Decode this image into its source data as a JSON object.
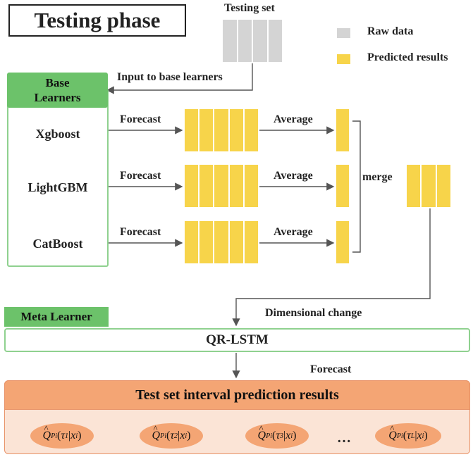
{
  "title": "Testing phase",
  "testing_set_label": "Testing set",
  "legend": [
    {
      "label": "Raw data",
      "color": "#d4d4d4"
    },
    {
      "label": "Predicted results",
      "color": "#f7d44a"
    }
  ],
  "input_label": "Input to base learners",
  "base_learners": {
    "header": "Base Learners",
    "learners": [
      "Xgboost",
      "LightGBM",
      "CatBoost"
    ]
  },
  "forecast_label": "Forecast",
  "average_label": "Average",
  "merge_label": "merge",
  "meta_learner": {
    "header": "Meta Learner",
    "model": "QR-LSTM",
    "dimensional_change": "Dimensional change",
    "forecast_label": "Forecast"
  },
  "results": {
    "header": "Test set interval prediction results",
    "quantiles": [
      {
        "q": "Q",
        "sub": "Pi",
        "tau": "τ",
        "tau_sub": "1",
        "x": "x",
        "x_sub": "i"
      },
      {
        "q": "Q",
        "sub": "Pi",
        "tau": "τ",
        "tau_sub": "2",
        "x": "x",
        "x_sub": "i"
      },
      {
        "q": "Q",
        "sub": "Pi",
        "tau": "τ",
        "tau_sub": "3",
        "x": "x",
        "x_sub": "i"
      },
      {
        "q": "Q",
        "sub": "Pi",
        "tau": "τ",
        "tau_sub": "L",
        "x": "x",
        "x_sub": "i"
      }
    ],
    "ellipsis": "…"
  },
  "colors": {
    "green": "#6cc26a",
    "green_border": "#8fd18f",
    "yellow": "#f7d44a",
    "gray": "#d4d4d4",
    "orange": "#f4a574",
    "peach": "#fbe4d6"
  }
}
